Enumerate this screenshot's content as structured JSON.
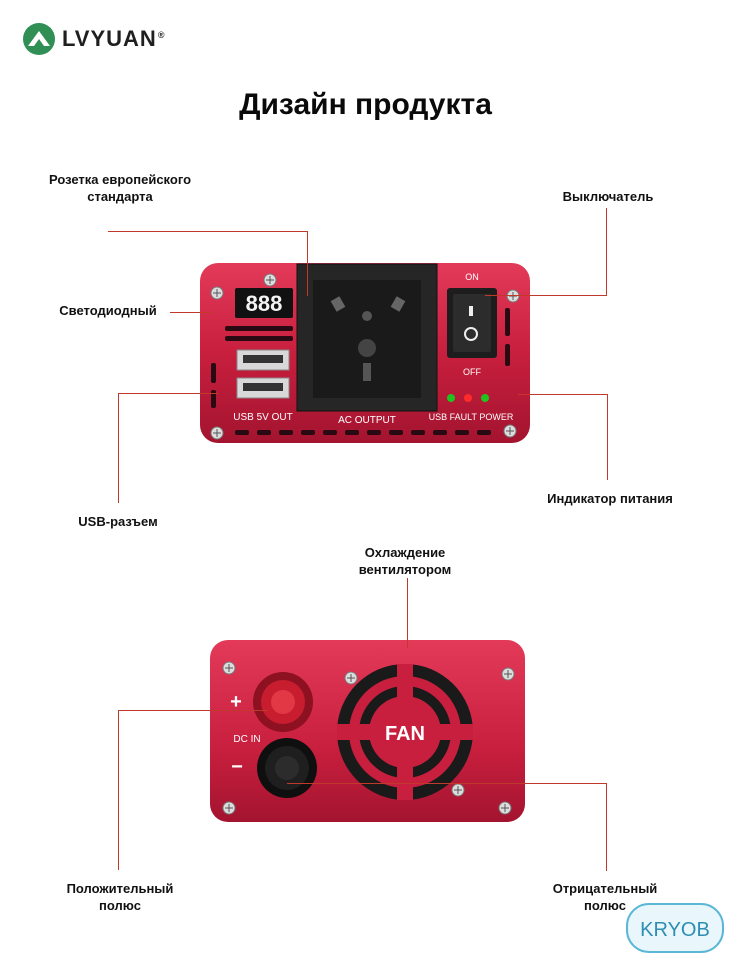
{
  "brand": {
    "name": "LVYUAN",
    "registered": "®"
  },
  "title": "Дизайн продукта",
  "front_labels": {
    "eu_socket": [
      "Розетка европейского",
      "стандарта"
    ],
    "switch": "Выключатель",
    "led": "Светодиодный",
    "usb": "USB-разъем",
    "power_indicator": "Индикатор питания"
  },
  "front_panel": {
    "display": "888",
    "switch_on": "ON",
    "switch_off": "OFF",
    "usb_text": "USB  5V  OUT",
    "ac_text": "AC OUTPUT",
    "indicator_text": "USB FAULT POWER",
    "indicator_colors": [
      "#1ec31e",
      "#ff2a2a",
      "#1ec31e"
    ]
  },
  "back_labels": {
    "fan": [
      "Охлаждение",
      "вентилятором"
    ],
    "positive": [
      "Положительный",
      "полюс"
    ],
    "negative": [
      "Отрицательный",
      "полюс"
    ]
  },
  "back_panel": {
    "plus": "+",
    "minus": "−",
    "dc_in": "DC   IN",
    "fan_text": "FAN"
  },
  "watermark": "KRYOB",
  "colors": {
    "body": "#c2203c",
    "body_light": "#e03a58",
    "line": "#c0392b"
  }
}
